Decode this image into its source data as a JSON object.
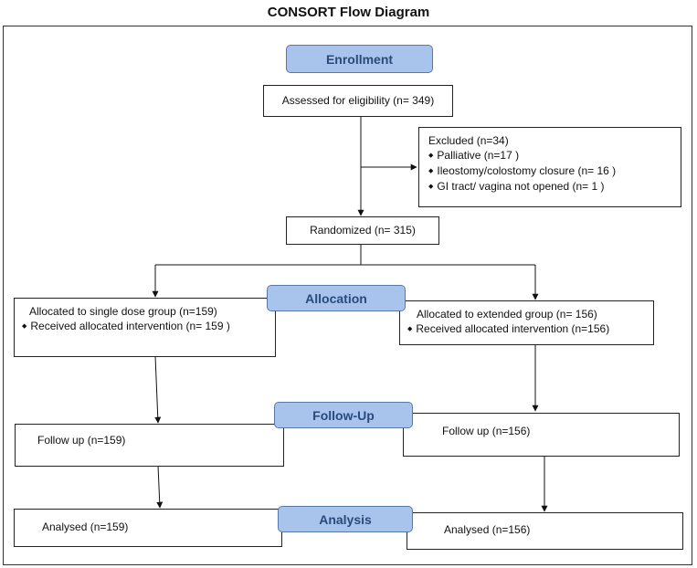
{
  "title": "CONSORT Flow Diagram",
  "phases": {
    "enrollment": "Enrollment",
    "allocation": "Allocation",
    "followup": "Follow-Up",
    "analysis": "Analysis"
  },
  "assessed": "Assessed for eligibility (n= 349)",
  "excluded": {
    "heading": "Excluded (n=34)",
    "items": [
      "Palliative (n=17  )",
      "Ileostomy/colostomy closure (n= 16 )",
      "GI tract/ vagina not opened (n= 1 )"
    ]
  },
  "randomized": "Randomized (n= 315)",
  "left_alloc": {
    "heading": "Allocated to single dose group (n=159)",
    "item": "Received allocated intervention (n= 159 )"
  },
  "right_alloc": {
    "heading": "Allocated to extended group (n= 156)",
    "item": "Received allocated intervention (n=156)"
  },
  "left_followup": "Follow up (n=159)",
  "right_followup": "Follow up (n=156)",
  "left_analysed": "Analysed (n=159)",
  "right_analysed": "Analysed (n=156)"
}
